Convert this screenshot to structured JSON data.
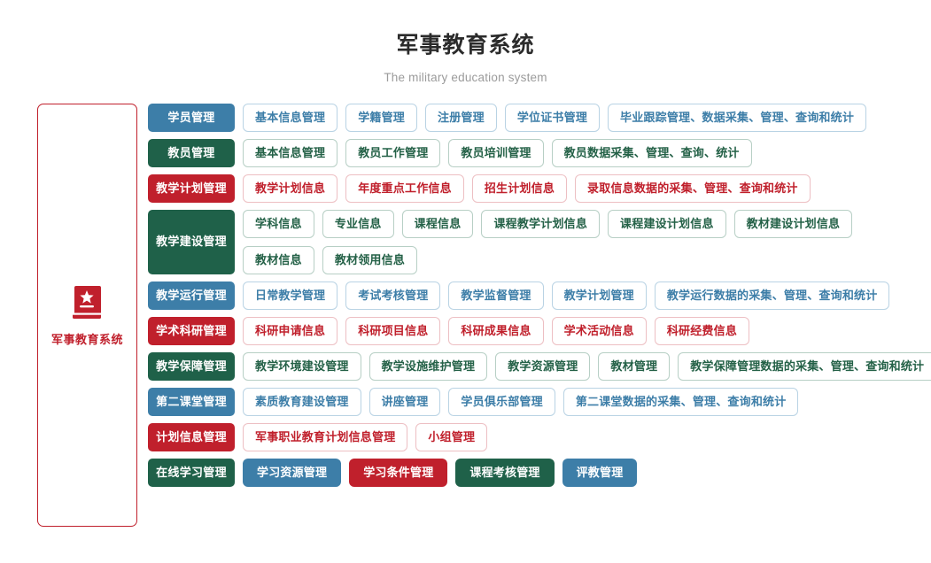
{
  "header": {
    "title": "军事教育系统",
    "subtitle": "The military education system"
  },
  "sidebar": {
    "icon": "book-star-icon",
    "label": "军事教育系统",
    "border_color": "#c0202c"
  },
  "palette": {
    "blue": "#3d7ea8",
    "green": "#1f6149",
    "red": "#c0202c",
    "blue_outline_border": "#b9d3e4",
    "green_outline_border": "#b7cfc5",
    "red_outline_border": "#edbfc3"
  },
  "rows": [
    {
      "category": "学员管理",
      "color": "blue",
      "style": "outline",
      "lines": [
        [
          "基本信息管理",
          "学籍管理",
          "注册管理",
          "学位证书管理",
          "毕业跟踪管理、数据采集、管理、查询和统计"
        ]
      ]
    },
    {
      "category": "教员管理",
      "color": "green",
      "style": "outline",
      "lines": [
        [
          "基本信息管理",
          "教员工作管理",
          "教员培训管理",
          "教员数据采集、管理、查询、统计"
        ]
      ]
    },
    {
      "category": "教学计划管理",
      "color": "red",
      "style": "outline",
      "lines": [
        [
          "教学计划信息",
          "年度重点工作信息",
          "招生计划信息",
          "录取信息数据的采集、管理、查询和统计"
        ]
      ]
    },
    {
      "category": "教学建设管理",
      "color": "green",
      "style": "outline",
      "lines": [
        [
          "学科信息",
          "专业信息",
          "课程信息",
          "课程教学计划信息",
          "课程建设计划信息",
          "教材建设计划信息"
        ],
        [
          "教材信息",
          "教材领用信息"
        ]
      ]
    },
    {
      "category": "教学运行管理",
      "color": "blue",
      "style": "outline",
      "lines": [
        [
          "日常教学管理",
          "考试考核管理",
          "教学监督管理",
          "教学计划管理",
          "教学运行数据的采集、管理、查询和统计"
        ]
      ]
    },
    {
      "category": "学术科研管理",
      "color": "red",
      "style": "outline",
      "lines": [
        [
          "科研申请信息",
          "科研项目信息",
          "科研成果信息",
          "学术活动信息",
          "科研经费信息"
        ]
      ]
    },
    {
      "category": "教学保障管理",
      "color": "green",
      "style": "outline",
      "lines": [
        [
          "教学环境建设管理",
          "教学设施维护管理",
          "教学资源管理",
          "教材管理",
          "教学保障管理数据的采集、管理、查询和统计"
        ]
      ]
    },
    {
      "category": "第二课堂管理",
      "color": "blue",
      "style": "outline",
      "lines": [
        [
          "素质教育建设管理",
          "讲座管理",
          "学员俱乐部管理",
          "第二课堂数据的采集、管理、查询和统计"
        ]
      ]
    },
    {
      "category": "计划信息管理",
      "color": "red",
      "style": "outline",
      "lines": [
        [
          "军事职业教育计划信息管理",
          "小组管理"
        ]
      ]
    },
    {
      "category": "在线学习管理",
      "color": "green",
      "style": "filled",
      "lines": [
        [
          {
            "label": "学习资源管理",
            "color": "blue"
          },
          {
            "label": "学习条件管理",
            "color": "red"
          },
          {
            "label": "课程考核管理",
            "color": "green"
          },
          {
            "label": "评教管理",
            "color": "blue"
          }
        ]
      ]
    }
  ]
}
